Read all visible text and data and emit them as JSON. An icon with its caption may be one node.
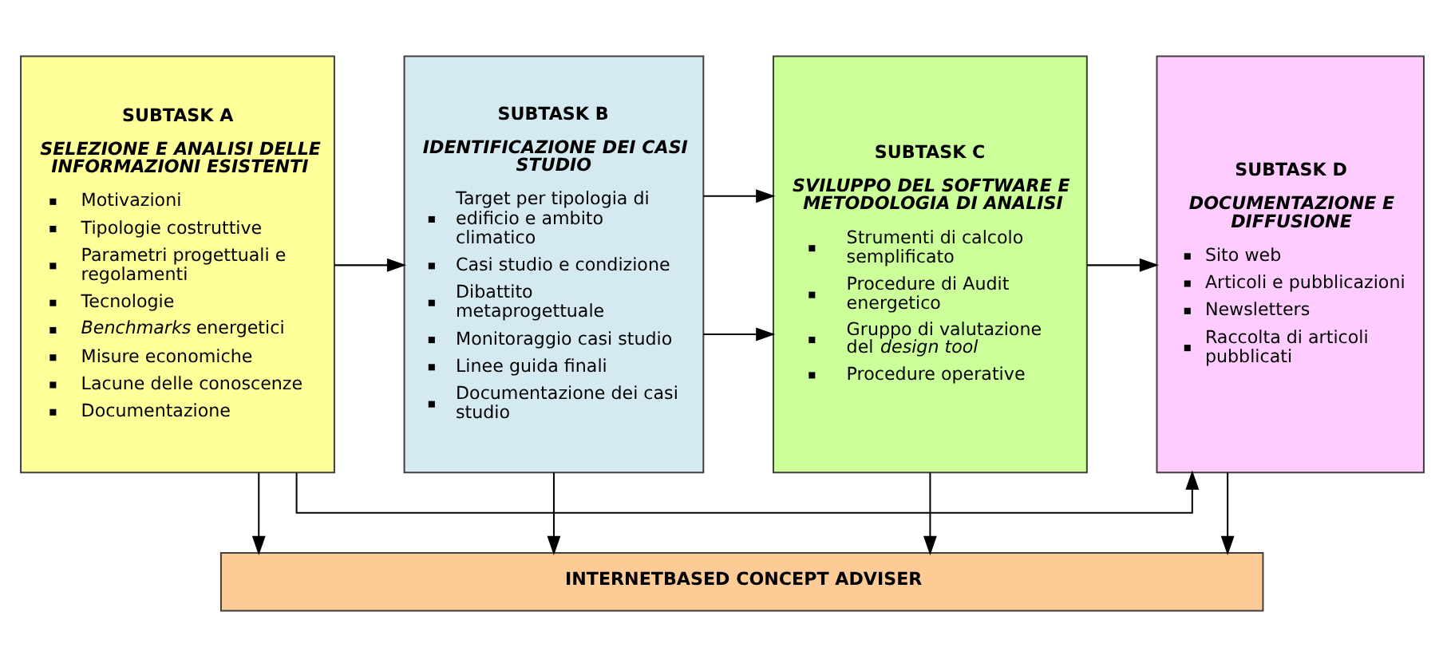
{
  "diagram": {
    "nodes": [
      {
        "text": [
          "SUBTASK A",
          "SELEZIONE E ANALISI DELLE INFORMAZIONI ESISTENTI",
          "Motivazioni",
          "Tipologie costruttive",
          "Parametri progettuali e regolamenti",
          "Tecnologie",
          "*Benchmarks* energetici",
          "Misure economiche",
          "Lacune delle conoscenze",
          "Documentazione"
        ]
      },
      {
        "text": [
          "SUBTASK B",
          "IDENTIFICAZIONE DEI CASI STUDIO",
          "Target per tipologia di edificio e ambito climatico",
          "Casi studio e condizione",
          "Dibattito metaprogettuale",
          "Monitoraggio casi studio",
          "Linee guida finali",
          "Documentazione dei casi studio"
        ]
      },
      {
        "text": [
          "SUBTASK C",
          "SVILUPPO DEL SOFTWARE E METODOLOGIA DI ANALISI",
          "Strumenti di calcolo semplificato",
          "Procedure di Audit energetico",
          "Gruppo di valutazione del *design tool*",
          "Procedure operative"
        ]
      },
      {
        "text": [
          "SUBTASK D",
          "DOCUMENTAZIONE E DIFFUSIONE",
          "Sito web",
          "Articoli e pubblicazioni",
          "Newsletters",
          "Raccolta di articoli pubblicati"
        ]
      },
      {
        "text": [
          "INTERNETBASED CONCEPT ADVISER"
        ]
      }
    ],
    "edges": [
      {
        "from": 0,
        "to": 3,
        "arrow": "to"
      },
      {
        "from": 1,
        "to": 2,
        "arrow": "to"
      },
      {
        "from": 0,
        "to": 1,
        "arrow": "to"
      },
      {
        "from": 1,
        "to": 2,
        "arrow": "to"
      },
      {
        "from": 2,
        "to": 3,
        "arrow": "to"
      },
      {
        "from": 0,
        "to": 4,
        "arrow": "to"
      },
      {
        "from": 1,
        "to": 4,
        "arrow": "to"
      },
      {
        "from": 2,
        "to": 4,
        "arrow": "to"
      },
      {
        "from": 3,
        "to": 4,
        "arrow": "to"
      }
    ]
  }
}
